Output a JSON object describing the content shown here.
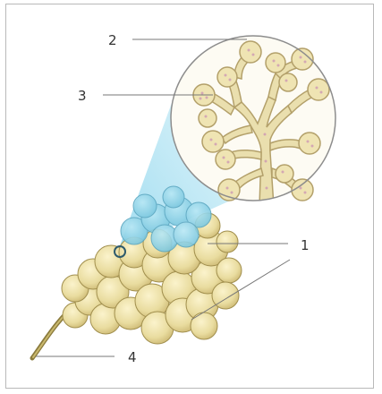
{
  "labels": [
    {
      "id": "label-1",
      "text": "1"
    },
    {
      "id": "label-2",
      "text": "2"
    },
    {
      "id": "label-3",
      "text": "3"
    },
    {
      "id": "label-4",
      "text": "4"
    }
  ],
  "colors": {
    "lobule_fill": "#ece0a6",
    "lobule_shade": "#d4c27a",
    "lobule_stroke": "#a18f4e",
    "highlight_blue": "#8fd3ea",
    "magnified_bg": "#fdfbf3",
    "duct_fill": "#eadfae",
    "duct_stroke": "#b3a06a",
    "stalk": "#8a7a3c",
    "leader_line": "#777777"
  }
}
